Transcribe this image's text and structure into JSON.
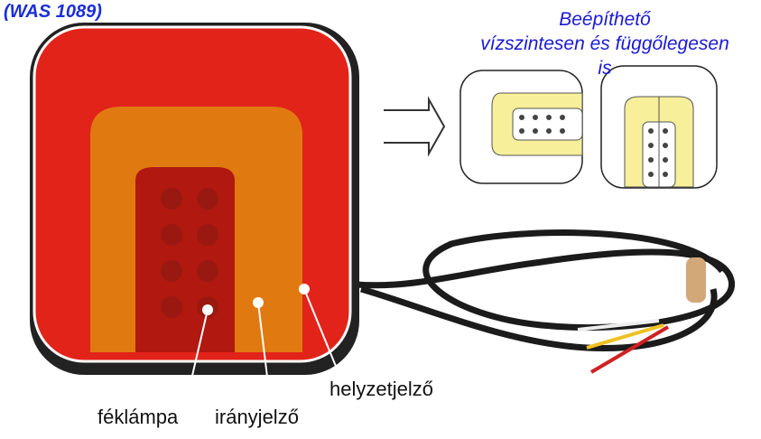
{
  "product_code": "(WAS 1089)",
  "mounting_note": {
    "line1": "Beépíthető",
    "line2": "vízszintesen és függőlegesen",
    "line3": "is"
  },
  "labels": {
    "brake": "féklámpa",
    "indicator": "irányjelző",
    "position": "helyzetjelző"
  },
  "colors": {
    "title": "#1a1ad6",
    "lamp_red": "#e2231a",
    "lamp_amber": "#e07a10",
    "diagram_yellow": "#f7ef9a"
  }
}
